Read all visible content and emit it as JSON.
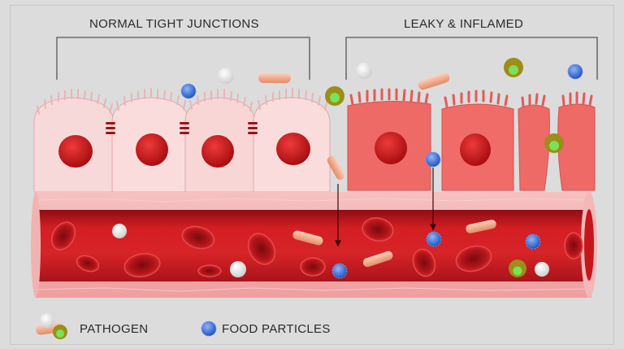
{
  "titles": {
    "left": "NORMAL TIGHT JUNCTIONS",
    "right": "LEAKY & INFLAMED"
  },
  "legend": {
    "pathogen_label": "PATHOGEN",
    "food_label": "FOOD PARTICLES"
  },
  "colors": {
    "background": "#dcdcdc",
    "normal_cell": "#f8d9d9",
    "inflamed_cell": "#ee6a66",
    "nucleus": "#cc1818",
    "vessel_wall": "#f4b0b0",
    "blood": "#b8131a",
    "food_particle": "#3a6fd0",
    "pathogen_rod": "#f0a582",
    "pathogen_cocci": "#9c8e18"
  }
}
